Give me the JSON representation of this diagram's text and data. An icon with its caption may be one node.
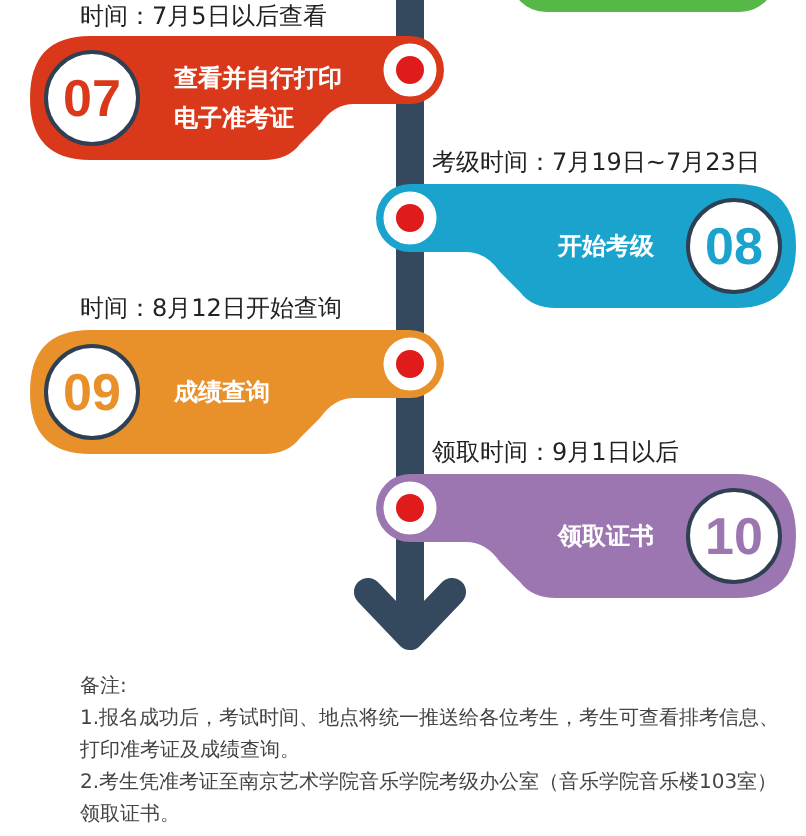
{
  "diagram": {
    "nodes": [
      {
        "text": [],
        "shape": "box"
      },
      {
        "text": [
          "07",
          "查看并自行打印电子准考证"
        ],
        "beside": [
          "时间：7月5日以后查看"
        ]
      },
      {
        "text": [
          "开始考级",
          "08"
        ],
        "beside": [
          "考级时间：7月19日~7月23日"
        ]
      },
      {
        "text": [
          "09",
          "成绩查询"
        ],
        "beside": [
          "时间：8月12日开始查询"
        ]
      },
      {
        "text": [
          "领取证书",
          "10"
        ],
        "beside": [
          "领取时间：9月1日以后"
        ]
      }
    ],
    "edges": [],
    "labels": [
      "备注:",
      "1.报名成功后，考试时间、地点将统一推送给各位考生，考生可查看排考信息、打印准考证及成绩查询。",
      "2.考生凭准考证至南京艺术学院音乐学院考级办公室（音乐学院音乐楼103室）领取证书。"
    ]
  }
}
